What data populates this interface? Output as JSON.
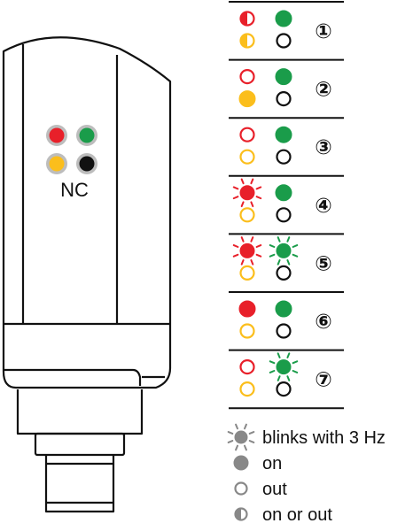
{
  "colors": {
    "red": "#e8202a",
    "green": "#1a9c4a",
    "yellow": "#fbbe1c",
    "black": "#111111",
    "grey": "#888888",
    "outline": "#111111"
  },
  "device": {
    "nc_label": "NC",
    "leds": [
      {
        "name": "red-led",
        "color": "red"
      },
      {
        "name": "green-led",
        "color": "green"
      },
      {
        "name": "yellow-led",
        "color": "yellow"
      },
      {
        "name": "black-led",
        "color": "black"
      }
    ]
  },
  "states": [
    {
      "label": "①",
      "red": "half",
      "green": "on",
      "yellow": "half",
      "black": "out"
    },
    {
      "label": "②",
      "red": "out",
      "green": "on",
      "yellow": "on",
      "black": "out"
    },
    {
      "label": "③",
      "red": "out",
      "green": "on",
      "yellow": "out",
      "black": "out"
    },
    {
      "label": "④",
      "red": "blink",
      "green": "on",
      "yellow": "out",
      "black": "out"
    },
    {
      "label": "⑤",
      "red": "blink",
      "green": "blink",
      "yellow": "out",
      "black": "out"
    },
    {
      "label": "⑥",
      "red": "on",
      "green": "on",
      "yellow": "out",
      "black": "out"
    },
    {
      "label": "⑦",
      "red": "out",
      "green": "blink",
      "yellow": "out",
      "black": "out"
    }
  ],
  "legend": [
    {
      "icon": "blink-icon",
      "symbol": "blink",
      "text": "blinks with 3 Hz"
    },
    {
      "icon": "on-icon",
      "symbol": "on",
      "text": "on"
    },
    {
      "icon": "out-icon",
      "symbol": "out",
      "text": "out"
    },
    {
      "icon": "on-or-out-icon",
      "symbol": "half",
      "text": "on or out"
    }
  ]
}
